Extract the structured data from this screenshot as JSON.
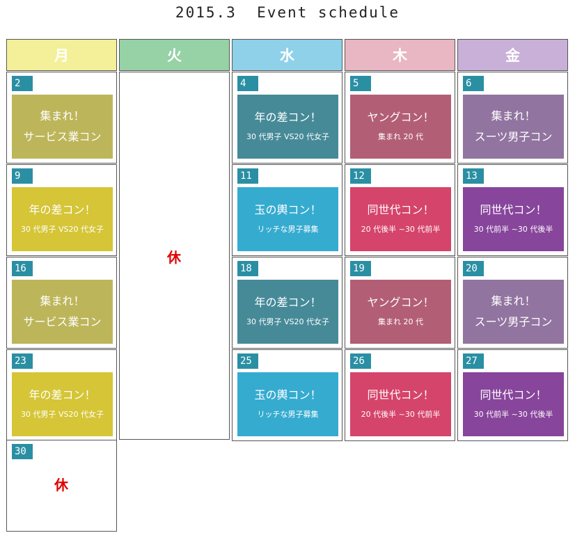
{
  "title": "2015.3  Event schedule",
  "colors": {
    "mon": "#f4f099",
    "tue": "#97d2a6",
    "wed": "#8fd1e8",
    "thu": "#e9b6c3",
    "fri": "#c8b0d8",
    "date_badge": "#2a8fa3",
    "holiday": "#e00000"
  },
  "weekdays": [
    {
      "label": "月",
      "color": "#f4f099"
    },
    {
      "label": "火",
      "color": "#97d2a6"
    },
    {
      "label": "水",
      "color": "#8fd1e8"
    },
    {
      "label": "木",
      "color": "#e9b6c3"
    },
    {
      "label": "金",
      "color": "#c8b0d8"
    }
  ],
  "tuesday_column": {
    "holiday_label": "休"
  },
  "cells": [
    {
      "date": "2",
      "lines": [
        "集まれ！",
        "サービス業コン"
      ],
      "sub": "",
      "color": "#bdb55a"
    },
    {
      "date": "9",
      "lines": [
        "年の差コン！"
      ],
      "sub": "30 代男子 VS20 代女子",
      "color": "#d5c537"
    },
    {
      "date": "16",
      "lines": [
        "集まれ！",
        "サービス業コン"
      ],
      "sub": "",
      "color": "#bdb55a"
    },
    {
      "date": "23",
      "lines": [
        "年の差コン！"
      ],
      "sub": "30 代男子 VS20 代女子",
      "color": "#d5c537"
    },
    {
      "date": "30",
      "holiday": "休"
    },
    {
      "date": "4",
      "lines": [
        "年の差コン！"
      ],
      "sub": "30 代男子 VS20 代女子",
      "color": "#468a98"
    },
    {
      "date": "11",
      "lines": [
        "玉の輿コン！"
      ],
      "sub": "リッチな男子募集",
      "color": "#36abd0"
    },
    {
      "date": "18",
      "lines": [
        "年の差コン！"
      ],
      "sub": "30 代男子 VS20 代女子",
      "color": "#468a98"
    },
    {
      "date": "25",
      "lines": [
        "玉の輿コン！"
      ],
      "sub": "リッチな男子募集",
      "color": "#36abd0"
    },
    {
      "date": "5",
      "lines": [
        "ヤングコン！"
      ],
      "sub": "集まれ 20 代",
      "color": "#b25f76"
    },
    {
      "date": "12",
      "lines": [
        "同世代コン！"
      ],
      "sub": "20 代後半 ~30 代前半",
      "color": "#d5446a"
    },
    {
      "date": "19",
      "lines": [
        "ヤングコン！"
      ],
      "sub": "集まれ 20 代",
      "color": "#b25f76"
    },
    {
      "date": "26",
      "lines": [
        "同世代コン！"
      ],
      "sub": "20 代後半 ~30 代前半",
      "color": "#d5446a"
    },
    {
      "date": "6",
      "lines": [
        "集まれ！",
        "スーツ男子コン"
      ],
      "sub": "",
      "color": "#91749f"
    },
    {
      "date": "13",
      "lines": [
        "同世代コン！"
      ],
      "sub": "30 代前半 ~30 代後半",
      "color": "#87459b"
    },
    {
      "date": "20",
      "lines": [
        "集まれ！",
        "スーツ男子コン"
      ],
      "sub": "",
      "color": "#91749f"
    },
    {
      "date": "27",
      "lines": [
        "同世代コン！"
      ],
      "sub": "30 代前半 ~30 代後半",
      "color": "#87459b"
    }
  ]
}
